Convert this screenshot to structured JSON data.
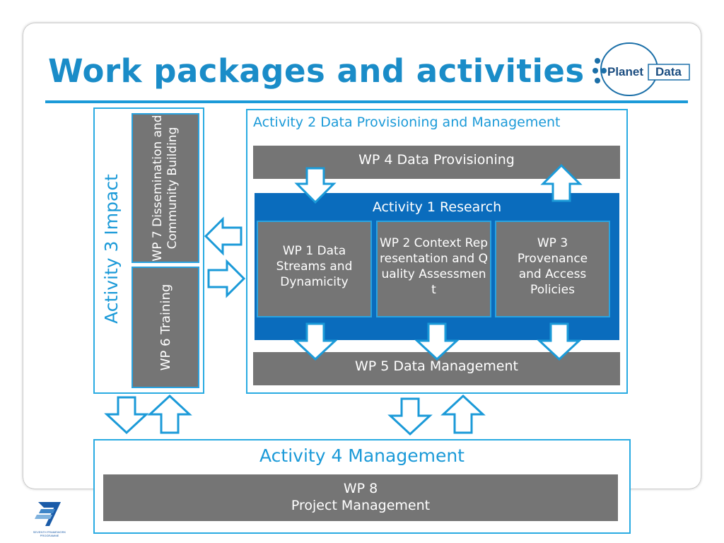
{
  "title": "Work packages and activities",
  "logo": {
    "text": "Planet Data"
  },
  "activity3": {
    "label": "Activity 3 Impact",
    "wp7": "WP 7 Dissemination and Community Building",
    "wp6": "WP 6 Training"
  },
  "activity2": {
    "label": "Activity 2 Data Provisioning and Management",
    "wp4": "WP 4 Data Provisioning",
    "wp5": "WP 5 Data Management"
  },
  "activity1": {
    "label": "Activity 1 Research",
    "wp1": "WP 1 Data Streams and Dynamicity",
    "wp2": "WP 2 Context Representation and Quality Assessment",
    "wp3": "WP 3 Provenance and Access Policies"
  },
  "activity4": {
    "label": "Activity 4 Management",
    "wp8_line1": "WP 8",
    "wp8_line2": "Project Management"
  },
  "footer_logo": {
    "text": "SEVENTH FRAMEWORK PROGRAMME"
  },
  "colors": {
    "accent": "#1b9ad8",
    "box_grey": "#757575",
    "research_blue": "#0a6cbd"
  }
}
